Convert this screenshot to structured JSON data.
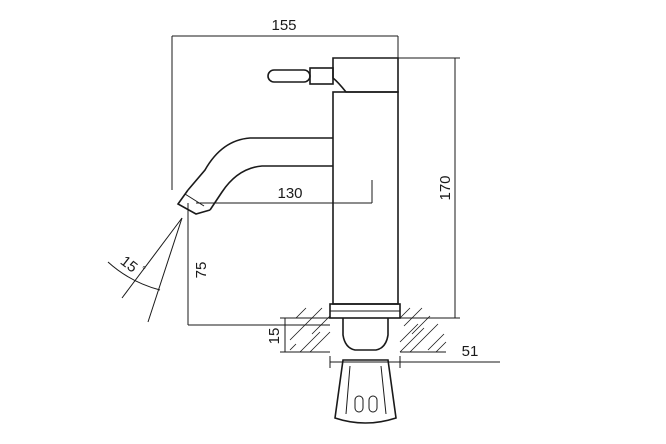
{
  "drawing": {
    "dimensions": {
      "overall_width": "155",
      "height": "170",
      "spout_reach": "130",
      "spout_outlet_height": "75",
      "base_height": "15",
      "base_diameter": "51",
      "spout_angle": "15",
      "spout_angle_unit": "°"
    }
  }
}
